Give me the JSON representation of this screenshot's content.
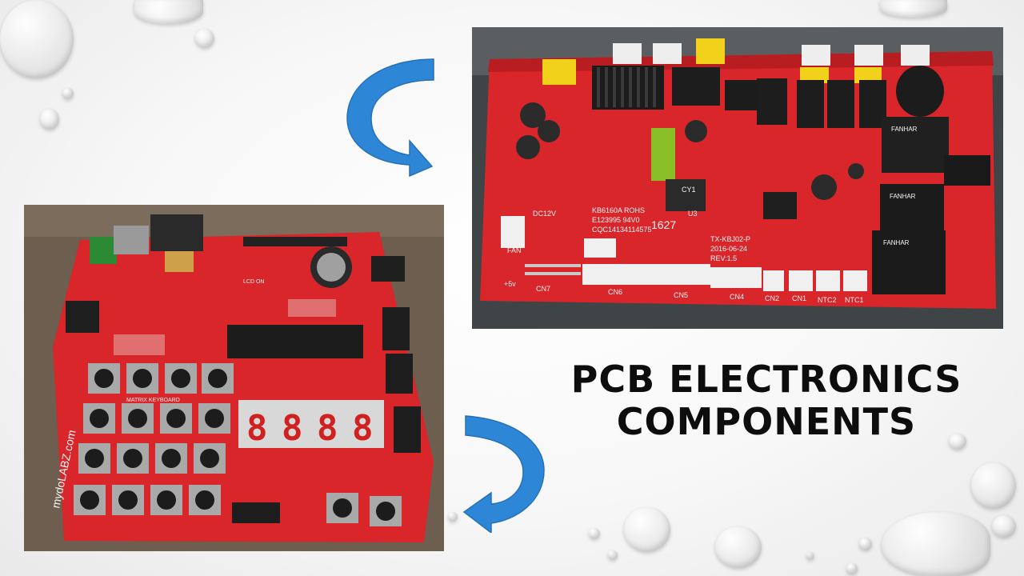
{
  "slide": {
    "title_line1": "PCB ELECTRONICS",
    "title_line2": "COMPONENTS"
  },
  "board_top": {
    "labels": {
      "model": "KB6160A ROHS",
      "cert": "E123995 94V0",
      "code": "CQC14134114575",
      "num": "1627",
      "part": "TX-KBJ02-P",
      "date": "2016-06-24",
      "rev": "REV:1.5",
      "relay": "FANHAR",
      "cn6": "CN6",
      "cn5": "CN5",
      "cn4": "CN4",
      "cn2": "CN2",
      "cn1": "CN1",
      "ntc2": "NTC2",
      "ntc1": "NTC1",
      "cn7": "CN7",
      "fan": "FAN",
      "dc12v": "DC12V",
      "plus5v": "+5v",
      "u3": "U3",
      "cy1": "CY1"
    }
  },
  "board_left": {
    "labels": {
      "brand": "mydoLABZ.com",
      "keyboard": "MATRIX KEYBOARD",
      "lcd_on": "LCD ON"
    }
  },
  "colors": {
    "pcb_red": "#d9262b",
    "arrow_blue": "#2e86d6",
    "title": "#0d0d0d"
  }
}
